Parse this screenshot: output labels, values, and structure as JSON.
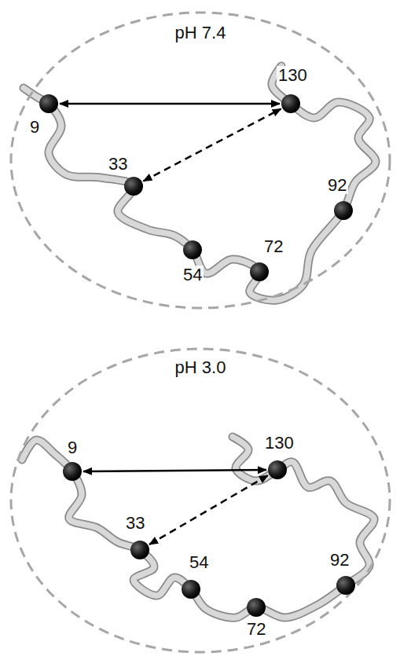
{
  "diagram": {
    "nodes": [
      {
        "text": [
          "pH 7.4"
        ]
      },
      {
        "text": [
          "9"
        ],
        "in": 0
      },
      {
        "text": [
          "130"
        ],
        "in": 0
      },
      {
        "text": [
          "33"
        ],
        "in": 0
      },
      {
        "text": [
          "92"
        ],
        "in": 0
      },
      {
        "text": [
          "54"
        ],
        "in": 0
      },
      {
        "text": [
          "72"
        ],
        "in": 0
      },
      {
        "text": [
          "pH 3.0"
        ]
      },
      {
        "text": [
          "9"
        ],
        "in": 7
      },
      {
        "text": [
          "130"
        ],
        "in": 7
      },
      {
        "text": [
          "33"
        ],
        "in": 7
      },
      {
        "text": [
          "54"
        ],
        "in": 7
      },
      {
        "text": [
          "92"
        ],
        "in": 7
      },
      {
        "text": [
          "72"
        ],
        "in": 7
      }
    ],
    "edges": [
      {
        "from": 1,
        "to": 2,
        "arrow": "both"
      },
      {
        "from": 3,
        "to": 2,
        "arrow": "both"
      },
      {
        "from": 8,
        "to": 9,
        "arrow": "both"
      },
      {
        "from": 10,
        "to": 9,
        "arrow": "both"
      }
    ]
  }
}
